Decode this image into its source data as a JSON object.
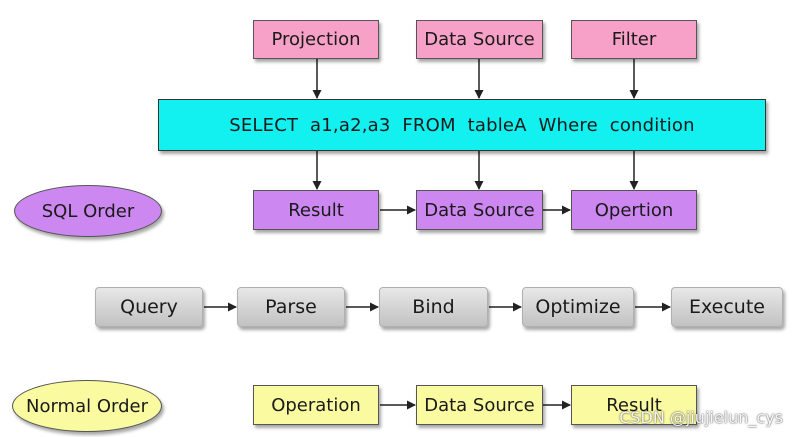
{
  "top": {
    "projection": "Projection",
    "data_source": "Data Source",
    "filter": "Filter"
  },
  "sql_statement": "SELECT  a1,a2,a3  FROM  tableA  Where  condition",
  "sql_order": {
    "label": "SQL Order",
    "result": "Result",
    "data_source": "Data Source",
    "operation": "Opertion"
  },
  "pipeline": {
    "query": "Query",
    "parse": "Parse",
    "bind": "Bind",
    "optimize": "Optimize",
    "execute": "Execute"
  },
  "normal_order": {
    "label": "Normal Order",
    "operation": "Operation",
    "data_source": "Data Source",
    "result": "Result"
  },
  "watermark": "CSDN @jiujielun_cys",
  "colors": {
    "pink": "#f7a0c8",
    "cyan": "#13f0f0",
    "purple": "#cc88f0",
    "yellow": "#fafaa0",
    "gray": "#cfcfcf"
  }
}
